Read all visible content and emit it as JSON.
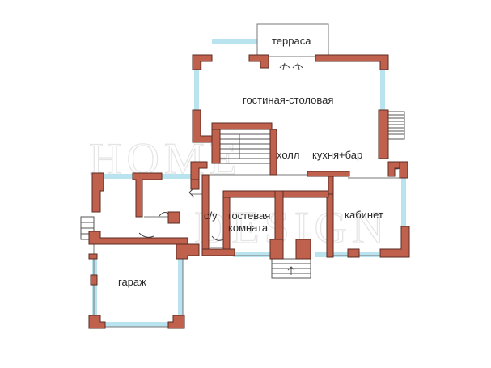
{
  "rooms": {
    "terrace": "терраса",
    "living_dining": "гостиная-столовая",
    "hall": "холл",
    "kitchen_bar": "кухня+бар",
    "wc": "с/у",
    "guest_room": "гостевая\nкомната",
    "study": "кабинет",
    "garage": "гараж"
  },
  "colors": {
    "wall": "#c0614e",
    "wall_stroke": "#5a2a22",
    "window": "#b9e3ef",
    "line": "#777777",
    "watermark": "#e2e2e2"
  }
}
